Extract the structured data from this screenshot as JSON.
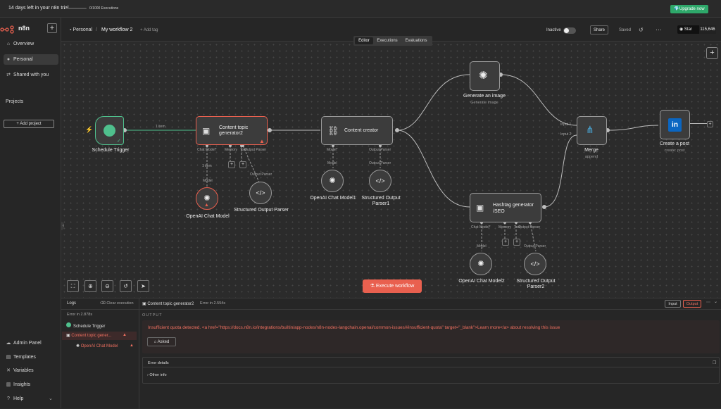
{
  "trial": {
    "text": "14 days left in your n8n trial",
    "executions": "0/1000 Executions",
    "used_fraction": 0.0,
    "upgrade": "💎Upgrade now"
  },
  "sidebar": {
    "brand": "n8n",
    "items": [
      {
        "label": "Overview",
        "icon": "home-icon"
      },
      {
        "label": "Personal",
        "icon": "user-icon"
      },
      {
        "label": "Shared with you",
        "icon": "share-icon"
      }
    ],
    "projects_title": "Projects",
    "add_project": "+ Add project",
    "bottom": [
      {
        "label": "Admin Panel",
        "icon": "cloud-icon"
      },
      {
        "label": "Templates",
        "icon": "templates-icon"
      },
      {
        "label": "Variables",
        "icon": "variables-icon"
      },
      {
        "label": "Insights",
        "icon": "insights-icon"
      },
      {
        "label": "Help",
        "icon": "help-icon"
      }
    ]
  },
  "header": {
    "breadcrumb": "Personal",
    "workflow": "My workflow 2",
    "add_tag": "+ Add tag",
    "inactive": "Inactive",
    "share": "Share",
    "saved": "Saved",
    "star": "Star",
    "stars": "115,646"
  },
  "tabs": [
    "Editor",
    "Executions",
    "Evaluations"
  ],
  "nodes": {
    "schedule": "Schedule Trigger",
    "ctg2": "Content topic generator2",
    "creator": "Content creator",
    "genimg": "Generate an image",
    "genimg_sub": "Generate image",
    "hashtag": "Hashtag generator /SEO",
    "merge": "Merge",
    "merge_sub": "append",
    "post": "Create a post",
    "post_sub": "create: post",
    "oai": "OpenAI Chat Model",
    "oai1": "OpenAI Chat Model1",
    "oai2": "OpenAI Chat Model2",
    "sop": "Structured Output Parser",
    "sop1": "Structured Output Parser1",
    "sop2": "Structured Output Parser2",
    "port_chat_model": "Chat Model*",
    "port_memory": "Memory",
    "port_tool": "Tool",
    "port_output_parser": "Output Parser",
    "port_model": "Model*",
    "port_model_plain": "Model",
    "port_input1": "Input 1",
    "port_input2": "Input 2",
    "edge_1item": "1 item",
    "edge_1item_b": "1 item"
  },
  "execute": "Execute workflow",
  "logs": {
    "title": "Logs",
    "clear": "Clear execution",
    "error_time": "Error in 2.878s",
    "entries": [
      "Schedule Trigger",
      "Content topic gener...",
      "OpenAI Chat Model"
    ],
    "sel_title": "Content topic generator2",
    "sel_error": "Error in 2.554s",
    "input": "Input",
    "output": "Output",
    "output_label": "OUTPUT",
    "message": "Insufficient quota detected. <a href=\"https://docs.n8n.io/integrations/builtin/app-nodes/n8n-nodes-langchain.openai/common-issues/#insufficient-quota\" target=\"_blank\">Learn more</a> about resolving this issue",
    "asked": "Asked",
    "error_details": "Error details",
    "other_info": "Other info"
  },
  "colors": {
    "accent": "#e9604f",
    "success": "#2ea86a",
    "error": "#f07060"
  }
}
